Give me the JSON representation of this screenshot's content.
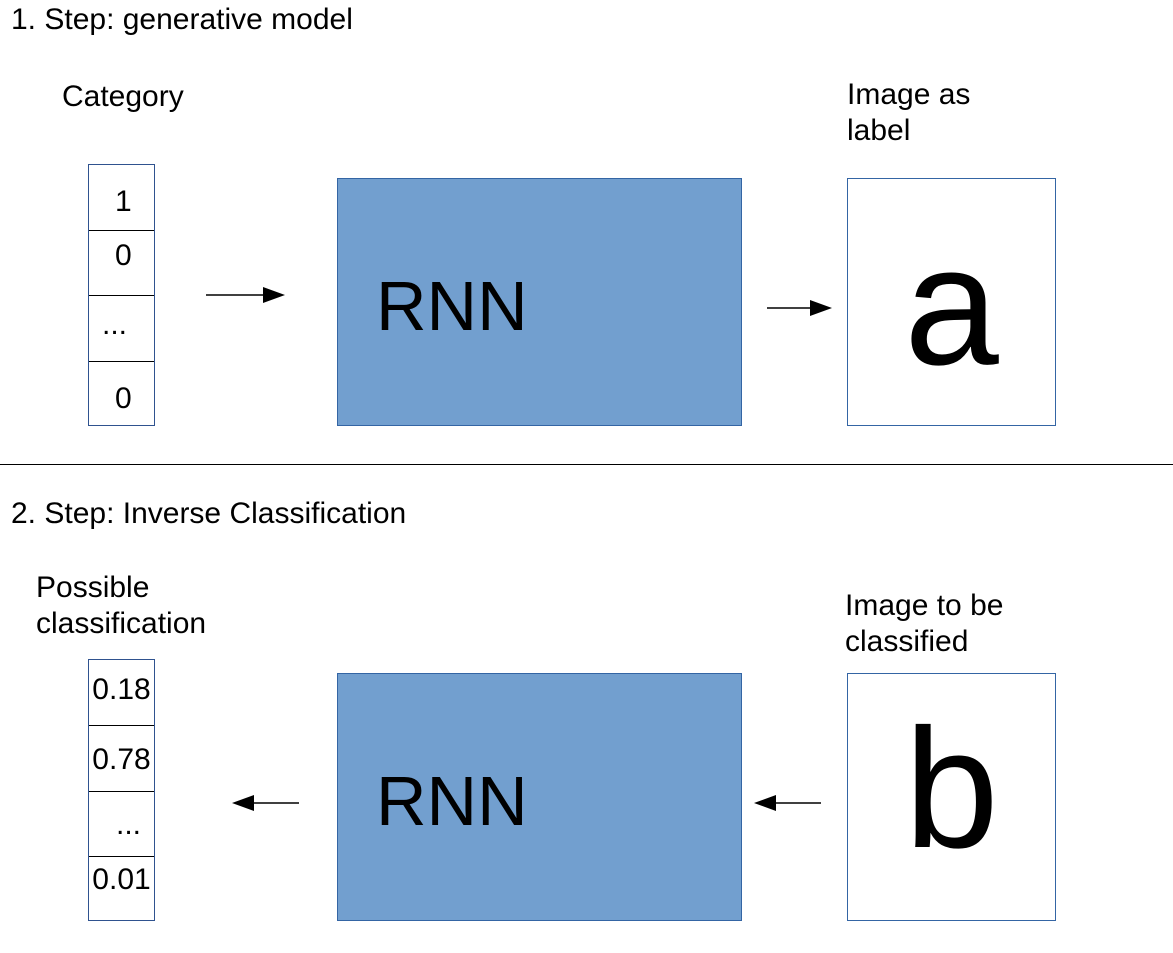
{
  "step1": {
    "title": "1. Step: generative model",
    "category_label": "Category",
    "vector": [
      "1",
      "0",
      "...",
      "0"
    ],
    "model_label": "RNN",
    "output_label_line1": "Image as",
    "output_label_line2": "label",
    "output_glyph": "a"
  },
  "step2": {
    "title": "2. Step: Inverse Classification",
    "classification_label_line1": "Possible",
    "classification_label_line2": "classification",
    "vector": [
      "0.18",
      "0.78",
      "...",
      "0.01"
    ],
    "model_label": "RNN",
    "input_label_line1": "Image to be",
    "input_label_line2": "classified",
    "input_glyph": "b"
  },
  "colors": {
    "rnn_fill": "#729fcf",
    "box_border": "#3465a4"
  }
}
